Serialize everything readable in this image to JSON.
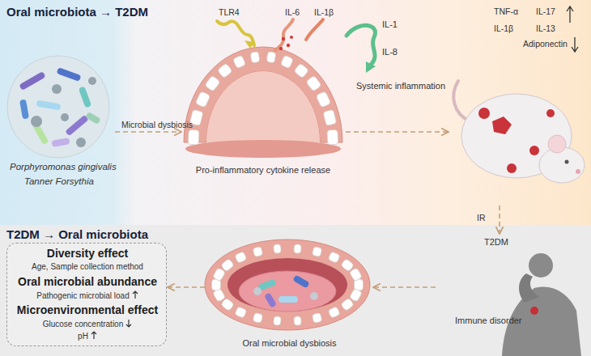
{
  "diagram": {
    "nodes": [
      {
        "text": [
          "Oral microbiota → T2DM"
        ]
      },
      {
        "text": [
          "Porphyromonas gingivalis",
          "Tanner Forsythia"
        ],
        "in": 0
      },
      {
        "text": [
          "Pro-inflammatory cytokine release"
        ],
        "in": 0
      },
      {
        "text": [
          "TNF-α",
          "IL-17",
          "IL-1β",
          "IL-13",
          "Adiponectin"
        ],
        "in": 0
      },
      {
        "text": [
          "T2DM → Oral microbiota"
        ]
      },
      {
        "text": [
          "Diversity effect",
          "Age, Sample collection method",
          "Oral microbial abundance",
          "Pathogenic microbial load",
          "Microenvironmental effect",
          "Glucose concentration",
          "pH"
        ],
        "in": 4
      },
      {
        "text": [
          "Oral microbial dysbiosis"
        ],
        "in": 4
      },
      {
        "text": [
          "T2DM",
          "Immune disorder"
        ],
        "in": 4
      }
    ],
    "edges": [
      {
        "from": 1,
        "to": 2,
        "label": "Microbial dysbiosis",
        "arrow": "to"
      },
      {
        "from": 2,
        "to": 3,
        "arrow": "to"
      },
      {
        "from": 3,
        "to": 7,
        "label": "IR",
        "arrow": "to"
      },
      {
        "from": 7,
        "to": 6,
        "arrow": "to"
      },
      {
        "from": 6,
        "to": 5,
        "arrow": "to"
      }
    ],
    "labels": [
      "TLR4",
      "IL-6",
      "IL-1β",
      "IL-1",
      "IL-8",
      "Systemic inflammation"
    ]
  }
}
